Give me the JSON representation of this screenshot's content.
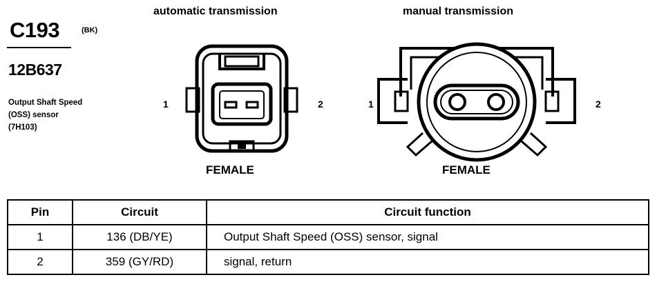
{
  "connector": {
    "id": "C193",
    "color_code": "(BK)",
    "part_number": "12B637",
    "description": [
      "Output Shaft Speed",
      "(OSS) sensor",
      "(7H103)"
    ]
  },
  "views": [
    {
      "title": "automatic transmission",
      "gender": "FEMALE",
      "pin_left": "1",
      "pin_right": "2"
    },
    {
      "title": "manual transmission",
      "gender": "FEMALE",
      "pin_left": "1",
      "pin_right": "2"
    }
  ],
  "table": {
    "headers": [
      "Pin",
      "Circuit",
      "Circuit function"
    ],
    "rows": [
      [
        "1",
        "136 (DB/YE)",
        "Output Shaft Speed (OSS) sensor, signal"
      ],
      [
        "2",
        "359 (GY/RD)",
        "signal, return"
      ]
    ]
  }
}
